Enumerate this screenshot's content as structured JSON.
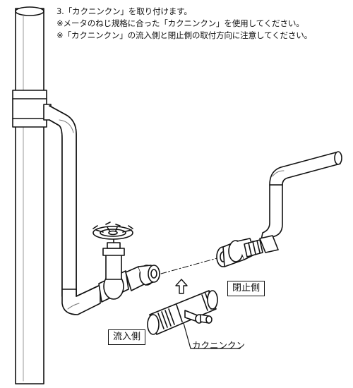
{
  "instructions": {
    "step": "3.「カクニンクン」を取り付けます。",
    "note1": "※メータのねじ規格に合った「カクニンクン」を使用してください。",
    "note2": "※「カクニンクン」の流入側と閉止側の取付方向に注意してください。"
  },
  "labels": {
    "closed_side": "閉止側",
    "inflow_side": "流入側",
    "part_name": "カクニンクン"
  }
}
